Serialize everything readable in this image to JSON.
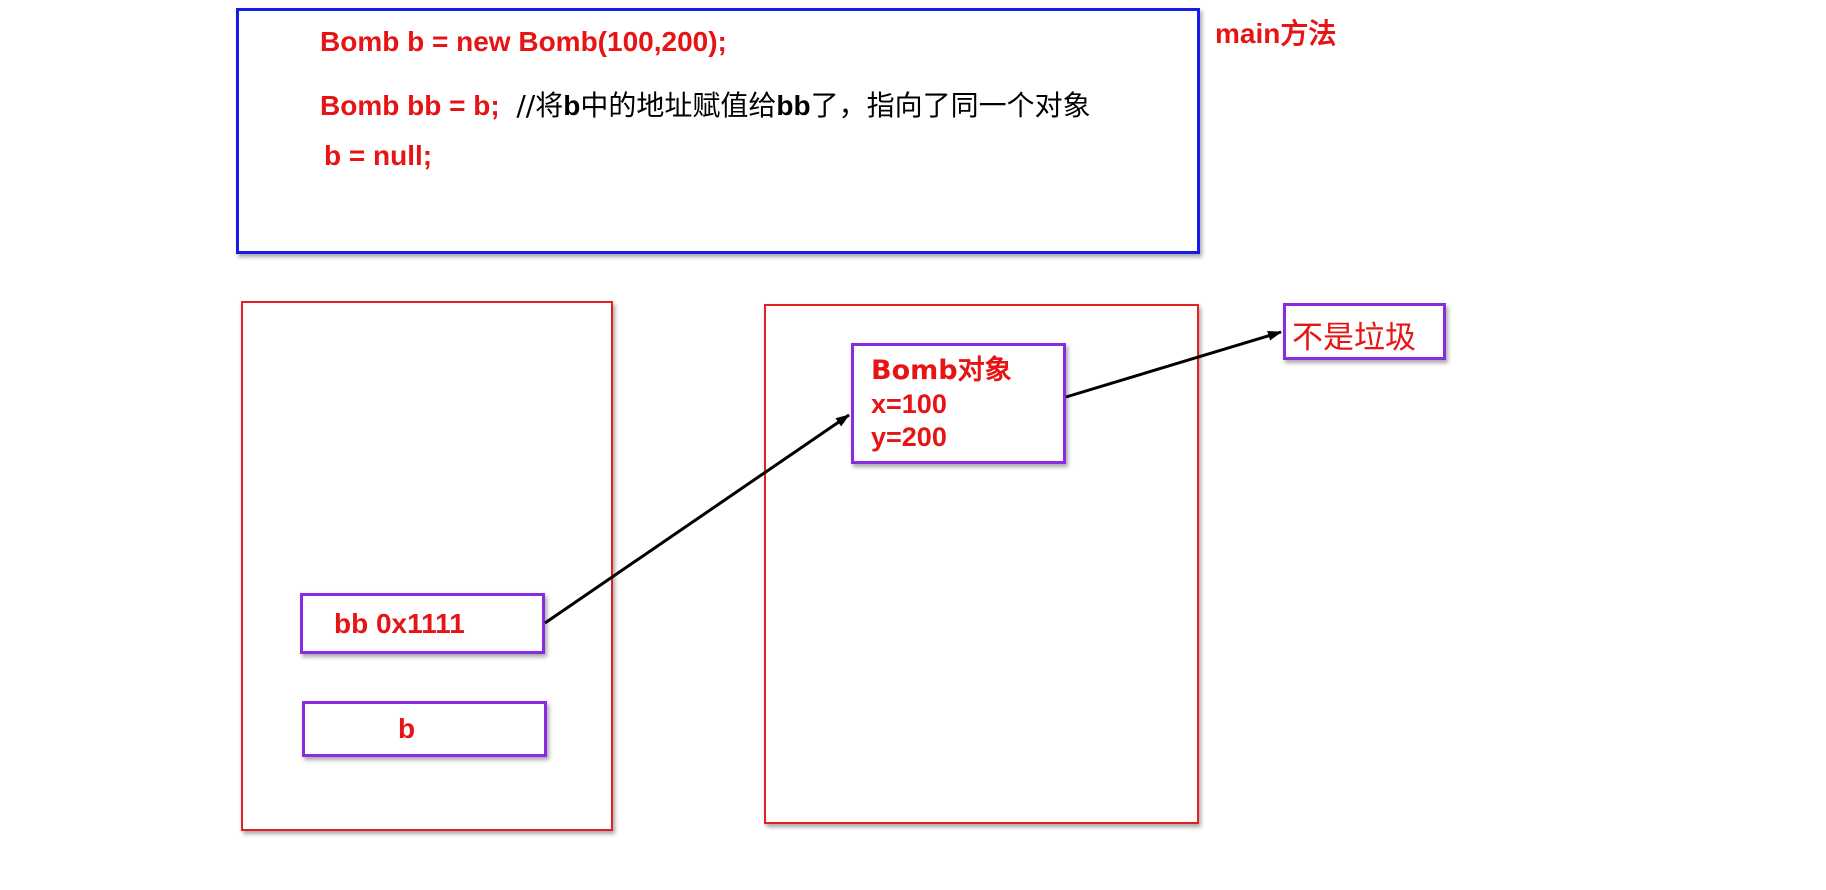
{
  "main_box": {
    "label": "main方法",
    "line1": "Bomb b = new Bomb(100,200);",
    "line2_code": "Bomb bb = b;",
    "line2_comment_prefix": "//将",
    "line2_comment_b": "b",
    "line2_comment_mid": "中的地址赋值给",
    "line2_comment_bb": "bb",
    "line2_comment_suffix": "了，指向了同一个对象",
    "line3": "b = null;"
  },
  "stack": {
    "cell_bb": "bb  0x1111",
    "cell_b": "b"
  },
  "heap": {
    "object_title": "Bomb对象",
    "field_x": "x=100",
    "field_y": "y=200"
  },
  "note": {
    "text": "不是垃圾"
  },
  "colors": {
    "blue_border": "#1a1ae6",
    "red_border": "#e62020",
    "purple_border": "#8a2be2",
    "red_text": "#e61414"
  }
}
